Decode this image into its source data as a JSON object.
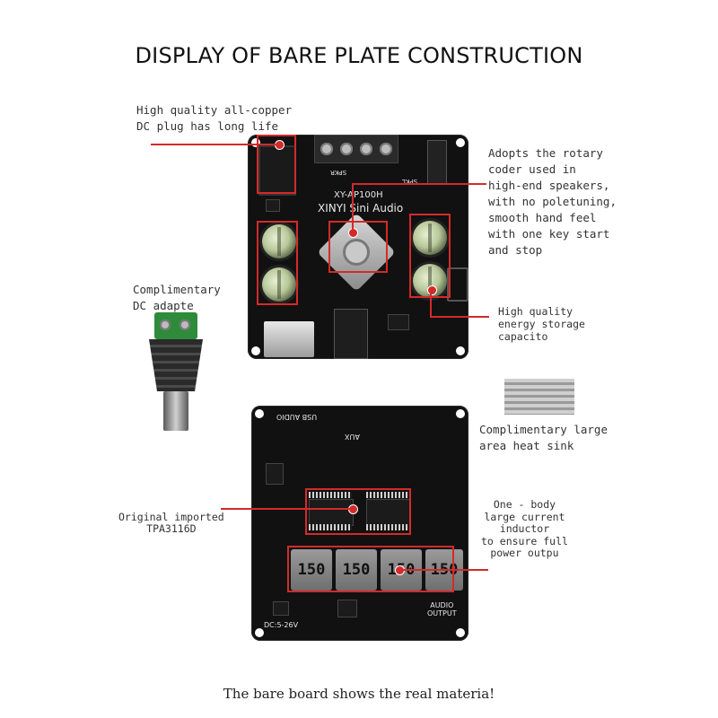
{
  "title": "DISPLAY OF BARE PLATE CONSTRUCTION",
  "footer": "The bare board shows the real materia!",
  "callouts": {
    "dc_plug": "High quality all-copper\nDC plug has long life",
    "rotary": "Adopts the rotary\ncoder used in\nhigh-end speakers,\nwith no poletuning,\nsmooth hand feel\nwith one key start\nand stop",
    "dc_adapter": "Complimentary\nDC adapte",
    "capacitor": "High quality\nenergy storage\ncapacito",
    "heat_sink": "Complimentary large\narea heat sink",
    "chip": "Original imported\nTPA3116D",
    "inductor": "One - body\nlarge current\ninductor\nto ensure full\npower outpu"
  },
  "board_top": {
    "model": "XY-AP100H",
    "brand": "XINYI Sini Audio",
    "spkr_left": "SPKR",
    "spkr_right": "SPKL"
  },
  "board_bottom": {
    "usb_label": "USB AUDIO",
    "aux_label": "AUX",
    "inductor_values": [
      "150",
      "150",
      "150",
      "150"
    ],
    "dc_label": "DC:5-26V",
    "audio_output": "AUDIO\nOUTPUT"
  },
  "colors": {
    "accent": "#d42a2a",
    "board": "#111111"
  }
}
